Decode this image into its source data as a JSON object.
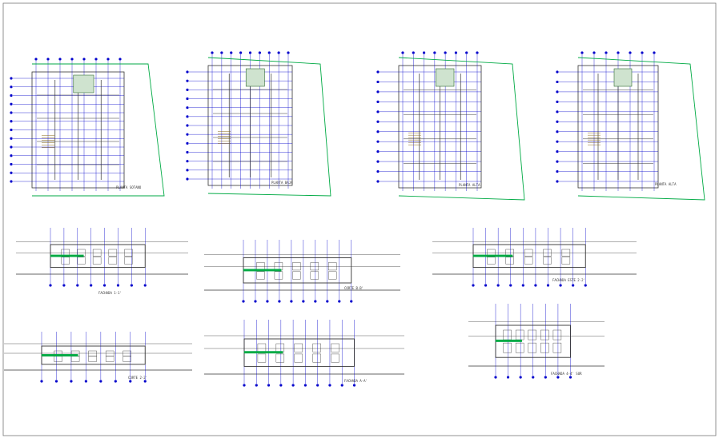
{
  "drawing": {
    "colors": {
      "grid": "#0000cc",
      "wall": "#333333",
      "accent": "#00aa44",
      "warm": "#8a6a1a",
      "frame": "#777777",
      "hatch": "#2f6b2f"
    },
    "plans": [
      {
        "caption": "PLANTA SOTANO"
      },
      {
        "caption": "PLANTA BAJA"
      },
      {
        "caption": "PLANTA ALTA"
      },
      {
        "caption": "PLANTA ALTA"
      }
    ],
    "elevations": [
      {
        "caption": "FACHADA 1-1'"
      },
      {
        "caption": "CORTE B-B'"
      },
      {
        "caption": "FACHADA ESTE 2-2'"
      },
      {
        "caption": "CORTE 2-2'"
      },
      {
        "caption": "FACHADA A-A'"
      },
      {
        "caption": "FACHADA 4-4' SUR"
      }
    ]
  }
}
